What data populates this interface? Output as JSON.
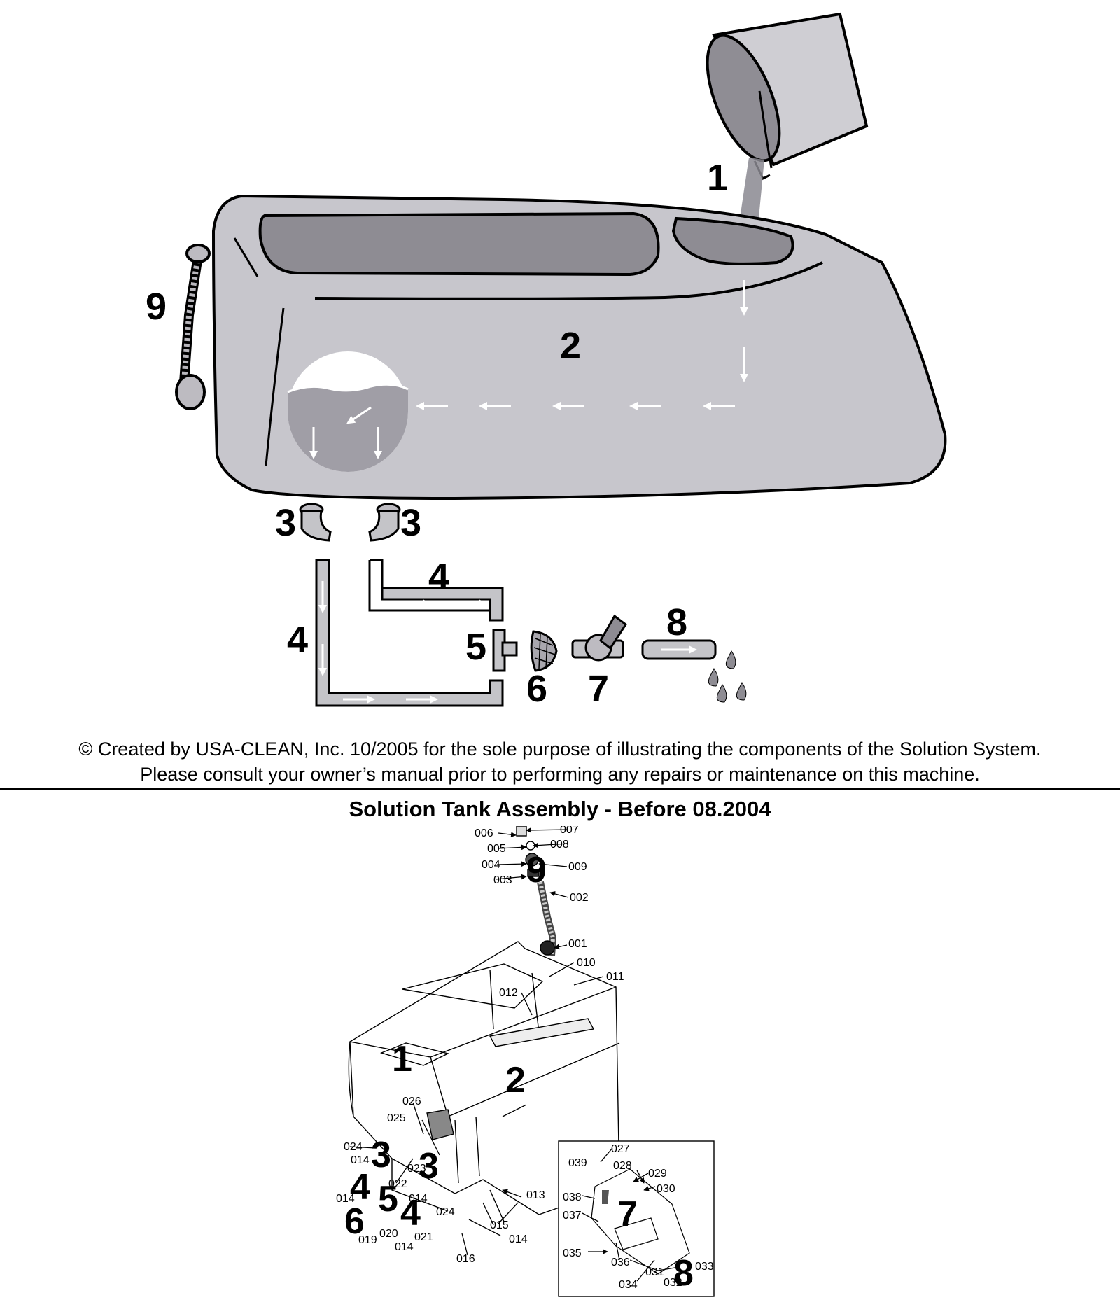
{
  "top_diagram": {
    "labels": {
      "bucket": "1",
      "tank": "2",
      "elbow_left": "3",
      "elbow_right": "3",
      "hose_left": "4",
      "hose_right": "4",
      "tee": "5",
      "strainer": "6",
      "valve": "7",
      "outlet_hose": "8",
      "level_gauge": "9"
    },
    "colors": {
      "tank_fill": "#c7c6cc",
      "hose_fill": "#c4c4c8",
      "flow_arrow": "#ffffff",
      "outline": "#000000"
    }
  },
  "copyright": {
    "line1": "© Created by USA-CLEAN, Inc. 10/2005 for the sole purpose of illustrating the components of the Solution System.",
    "line2": "Please consult your owner’s manual prior to performing any repairs or maintenance on this machine."
  },
  "assembly": {
    "title": "Solution Tank Assembly - Before 08.2004",
    "big_labels": {
      "fill_opening": "1",
      "tank": "2",
      "elbow_a": "3",
      "elbow_b": "3",
      "hose_a": "4",
      "hose_b": "4",
      "tee": "5",
      "strainer": "6",
      "valve": "7",
      "outlet": "8",
      "gauge": "9"
    },
    "part_numbers": {
      "p001": "001",
      "p002": "002",
      "p003": "003",
      "p004": "004",
      "p005": "005",
      "p006": "006",
      "p007": "007",
      "p008": "008",
      "p009": "009",
      "p010": "010",
      "p011": "011",
      "p012": "012",
      "p013": "013",
      "p014a": "014",
      "p014b": "014",
      "p014c": "014",
      "p014d": "014",
      "p014e": "014",
      "p015": "015",
      "p016": "016",
      "p019": "019",
      "p020": "020",
      "p021": "021",
      "p022": "022",
      "p023": "023",
      "p024a": "024",
      "p024b": "024",
      "p025": "025",
      "p026": "026",
      "p027": "027",
      "p028": "028",
      "p029": "029",
      "p030": "030",
      "p031": "031",
      "p032": "032",
      "p033": "033",
      "p034": "034",
      "p035": "035",
      "p036": "036",
      "p037": "037",
      "p038": "038",
      "p039": "039"
    }
  }
}
